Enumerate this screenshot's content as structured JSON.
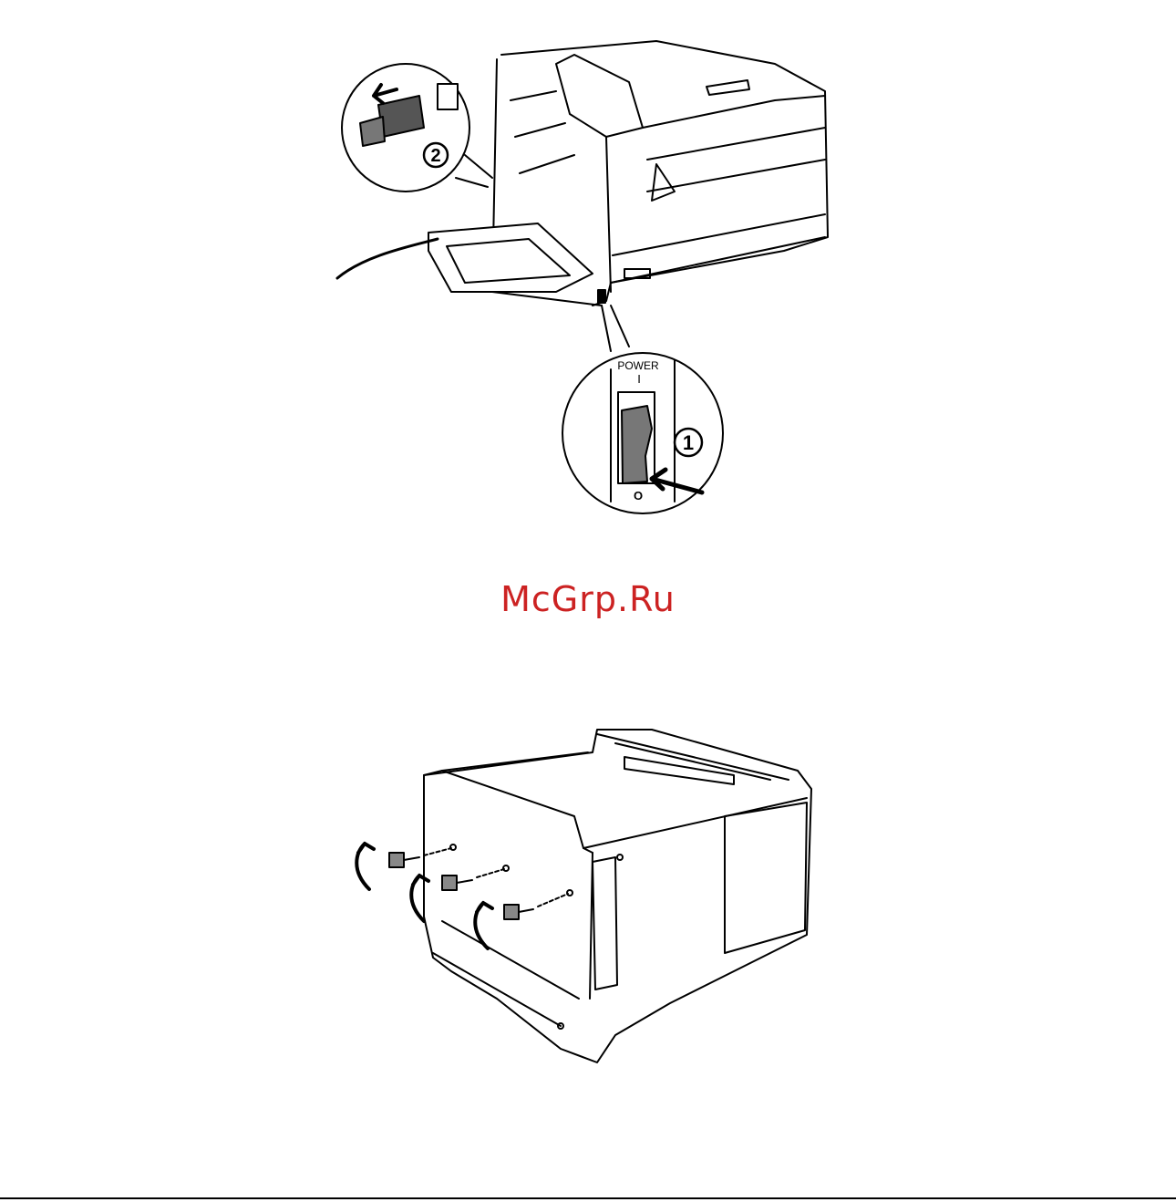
{
  "watermark": {
    "text": "McGrp.Ru",
    "color": "#cc2222"
  },
  "figure_top": {
    "step_1_marker": "1",
    "step_2_marker": "2",
    "power_label": "POWER",
    "switch_on_symbol": "I",
    "switch_off_symbol": "O"
  },
  "figure_bottom": {},
  "icons": [
    "arrow-icon",
    "curved-arrow-icon"
  ]
}
